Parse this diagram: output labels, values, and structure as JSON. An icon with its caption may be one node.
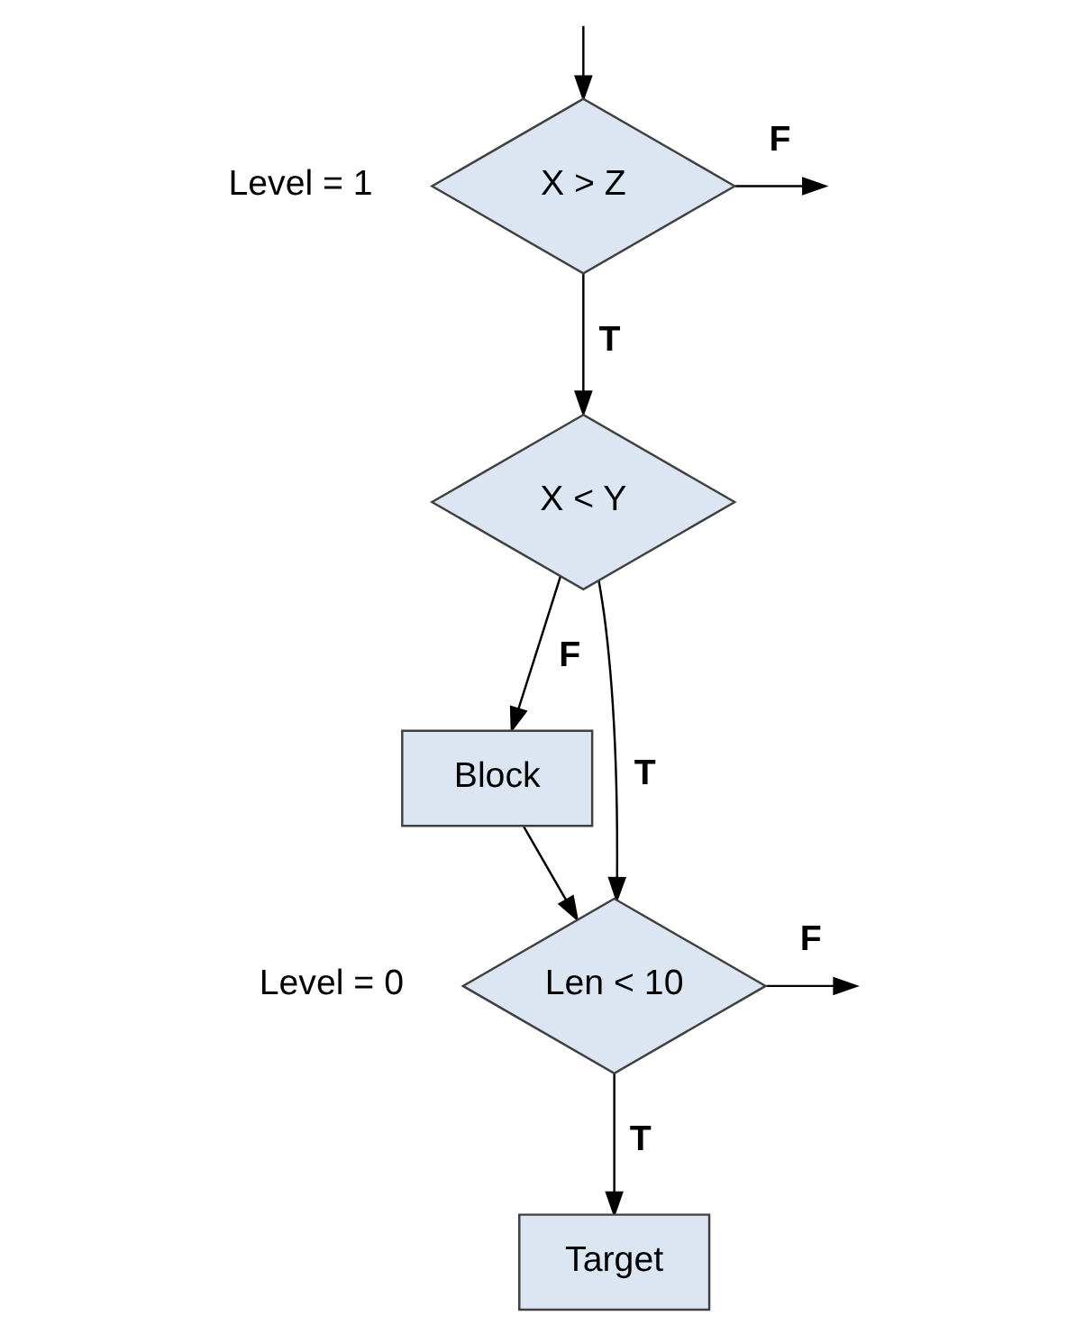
{
  "diagram": {
    "nodes": [
      {
        "text": [
          "X > Z"
        ],
        "beside": [
          "Level = 1"
        ]
      },
      {
        "text": [
          "X < Y"
        ]
      },
      {
        "text": [
          "Block"
        ]
      },
      {
        "text": [
          "Len < 10"
        ],
        "beside": [
          "Level = 0"
        ]
      },
      {
        "text": [
          "Target"
        ]
      }
    ],
    "edges": [
      {
        "from": 0,
        "to": null,
        "arrow": "to",
        "label": "F"
      },
      {
        "from": null,
        "to": 0,
        "arrow": "to"
      },
      {
        "from": 0,
        "to": 1,
        "arrow": "to",
        "label": "T"
      },
      {
        "from": 1,
        "to": 2,
        "arrow": "to",
        "label": "F"
      },
      {
        "from": 2,
        "to": 3,
        "arrow": "to"
      },
      {
        "from": 1,
        "to": 3,
        "arrow": "to",
        "label": "T"
      },
      {
        "from": 3,
        "to": null,
        "arrow": "to",
        "label": "F"
      },
      {
        "from": 3,
        "to": 4,
        "arrow": "to",
        "label": "T"
      }
    ]
  }
}
